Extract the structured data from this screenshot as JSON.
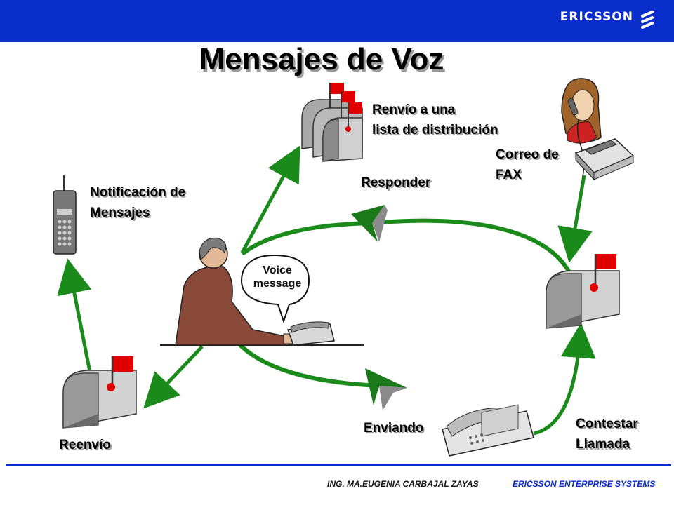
{
  "header": {
    "brand": "ERICSSON",
    "brand_color": "#0a2ecc",
    "logo_icon": "ericsson-logo"
  },
  "title": "Mensajes de Voz",
  "labels": {
    "distribution_list": [
      "Renvío a una",
      "lista de distribución"
    ],
    "fax_mail": [
      "Correo de",
      "FAX"
    ],
    "reply": "Responder",
    "notification": [
      "Notificación de",
      "Mensajes"
    ],
    "answer_call": [
      "Contestar",
      "Llamada"
    ],
    "sending": "Enviando",
    "forward": "Reenvío"
  },
  "bubble": [
    "Voice",
    "message"
  ],
  "colors": {
    "arrow_green": "#1a8a1a",
    "text_shadow": "#9c9c9c"
  },
  "footer": {
    "left": "ING. MA.EUGENIA CARBAJAL ZAYAS",
    "right": "ERICSSON ENTERPRISE SYSTEMS"
  }
}
